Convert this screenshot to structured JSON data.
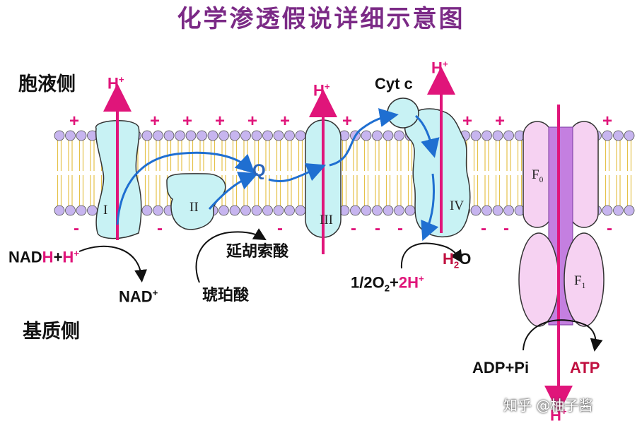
{
  "title": "化学渗透假说详细示意图",
  "sides": {
    "top": "胞液侧",
    "bottom": "基质侧"
  },
  "proton": {
    "H": "H",
    "plus": "+"
  },
  "complexes": {
    "I": "I",
    "II": "II",
    "III": "III",
    "IV": "IV"
  },
  "atp_synthase": {
    "F0_main": "F",
    "F0_sub": "0",
    "F1_main": "F",
    "F1_sub": "1"
  },
  "ubiquinone": "Q",
  "cyt_c": "Cyt c",
  "charges": {
    "plus": "+",
    "minus": "-"
  },
  "reactions": {
    "nadh_a": "NAD",
    "nadh_b": "H",
    "nadh_c": "+",
    "nadh_d": "H",
    "nadh_e": "+",
    "nad_a": "NAD",
    "nad_b": "+",
    "fumarate": "延胡索酸",
    "succinate": "琥珀酸",
    "water_a": "H",
    "water_b": "2",
    "water_c": "O",
    "oxygen_a": "1/2O",
    "oxygen_b": "2",
    "oxygen_c": "+",
    "oxygen_d": "2H",
    "oxygen_e": "+",
    "adp": "ADP+Pi",
    "atp": "ATP"
  },
  "watermark": "知乎 @柚子酱",
  "colors": {
    "title": "#7b2a86",
    "proton": "#e0157a",
    "complex_fill": "#c8f2f4",
    "synthase_fill": "#f6d2f2",
    "synthase_core": "#c47fe0",
    "electron_arrow": "#1f6fd1",
    "lipid_head": "#c7b5ef",
    "lipid_tail": "#e5c24a"
  }
}
